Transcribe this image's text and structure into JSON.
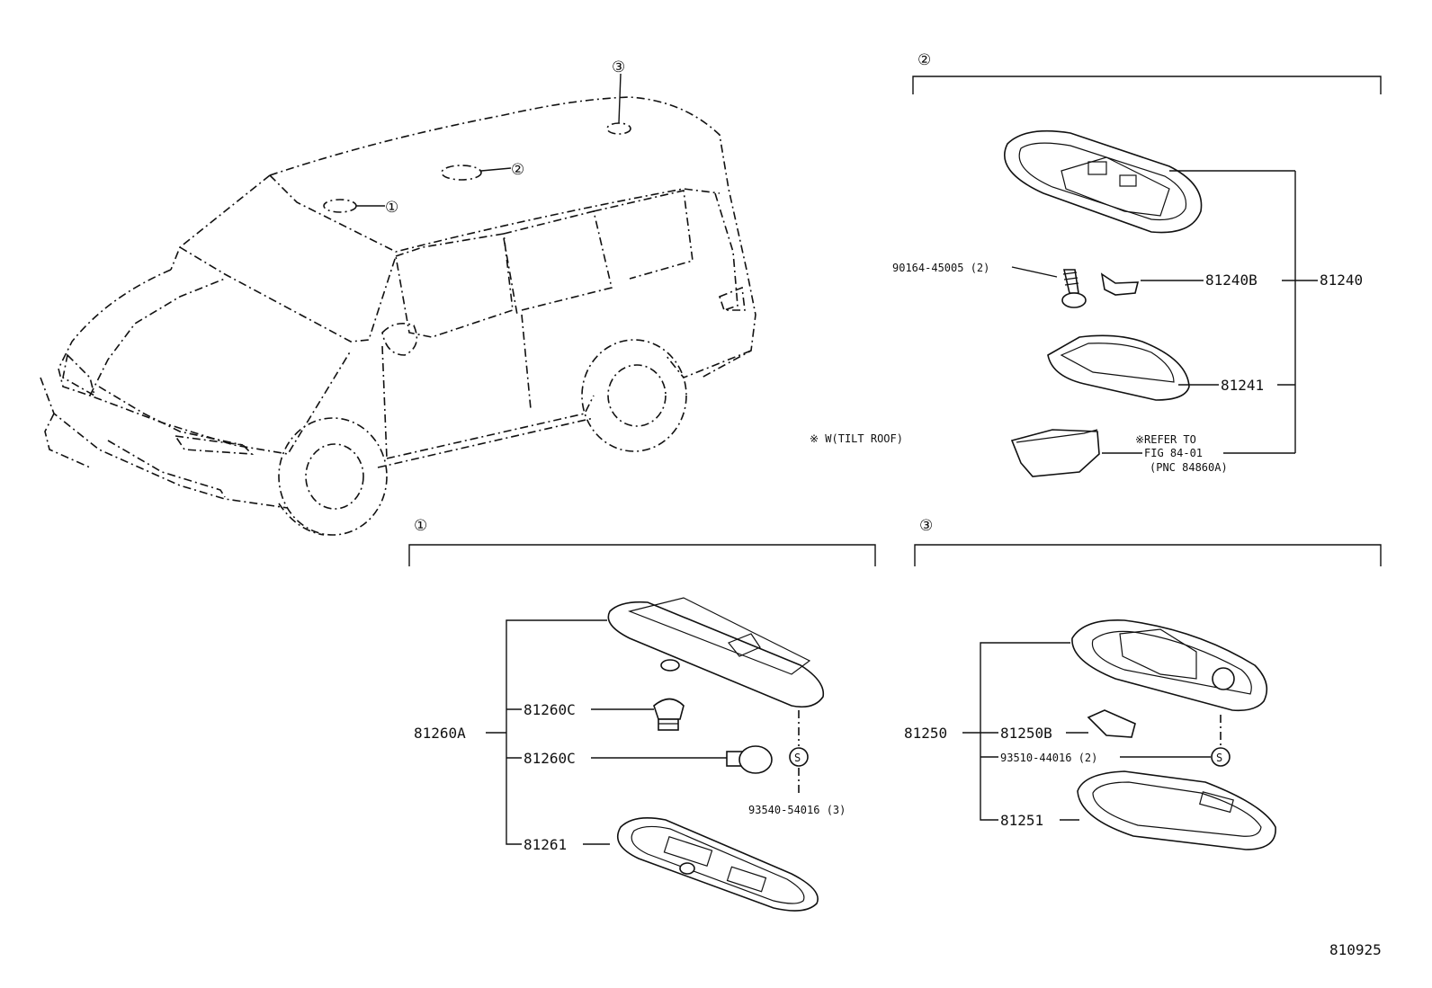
{
  "callouts": {
    "c1": "①",
    "c2": "②",
    "c3": "③"
  },
  "group2": {
    "screw": "90164-45005 (2)",
    "bulb": "81240B",
    "assembly": "81240",
    "cover": "81241",
    "refer_line1": "※REFER TO",
    "refer_line2": "FIG 84-01",
    "refer_line3": "(PNC 84860A)",
    "note": "※ W(TILT ROOF)"
  },
  "group1": {
    "assembly": "81260A",
    "bulb_a": "81260C",
    "bulb_b": "81260C",
    "lens": "81261",
    "s_mark": "S",
    "screw": "93540-54016 (3)"
  },
  "group3": {
    "assembly": "81250",
    "bulb": "81250B",
    "screw": "93510-44016 (2)",
    "s_mark": "S",
    "lens": "81251"
  },
  "figure_id": "810925"
}
